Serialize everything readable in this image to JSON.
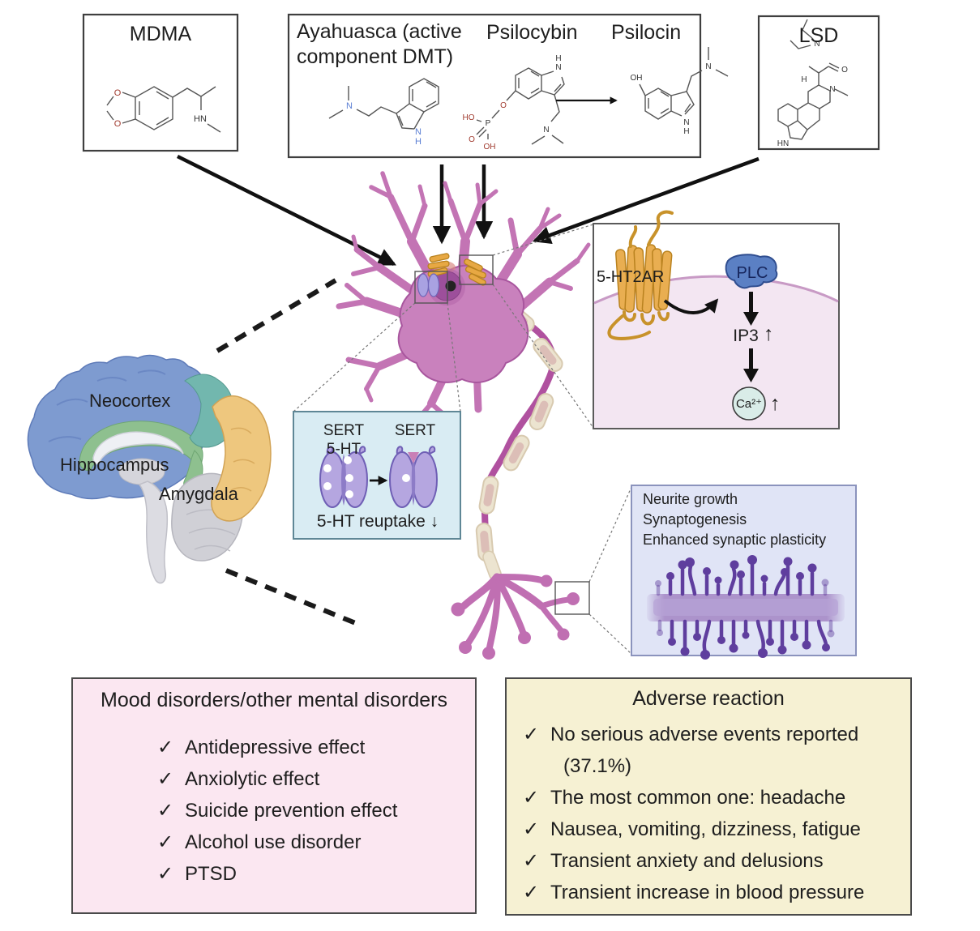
{
  "drugs": {
    "mdma": "MDMA",
    "ayahuasca": "Ayahuasca (active component DMT)",
    "psilocybin": "Psilocybin",
    "psilocin": "Psilocin",
    "lsd": "LSD"
  },
  "brain": {
    "neocortex": "Neocortex",
    "hippocampus": "Hippocampus",
    "amygdala": "Amygdala"
  },
  "sert_panel": {
    "sert1": "SERT",
    "sert2": "SERT",
    "ht": "5-HT",
    "caption": "5-HT reuptake ↓"
  },
  "signal_panel": {
    "receptor": "5-HT2AR",
    "plc": "PLC",
    "ip3": "IP3",
    "up1": "↑",
    "ca": "Ca²⁺",
    "up2": "↑"
  },
  "neurite_panel": {
    "line1": "Neurite growth",
    "line2": "Synaptogenesis",
    "line3": "Enhanced synaptic plasticity"
  },
  "mood_box": {
    "title": "Mood disorders/other mental disorders",
    "check": "✓",
    "items": [
      "Antidepressive effect",
      "Anxiolytic effect",
      "Suicide prevention effect",
      "Alcohol use disorder",
      "PTSD"
    ]
  },
  "adverse_box": {
    "title": "Adverse reaction",
    "check": "✓",
    "items": [
      {
        "line1": "No serious adverse events reported",
        "line2": "(37.1%)"
      },
      {
        "line1": "The most common one: headache"
      },
      {
        "line1": "Nausea, vomiting, dizziness, fatigue"
      },
      {
        "line1": "Transient anxiety and delusions"
      },
      {
        "line1": "Transient increase in blood pressure"
      }
    ]
  },
  "atoms": {
    "mdma": {
      "o1": "O",
      "o2": "O",
      "hn": "HN"
    },
    "dmt": {
      "n": "N",
      "ring_n": "N",
      "ring_h": "H"
    },
    "psilocybin": {
      "ho": "HO",
      "p": "P",
      "o_dbl": "O",
      "oh": "OH",
      "o_link": "O",
      "n": "N",
      "ring_n": "N",
      "ring_h": "H"
    },
    "psilocin": {
      "oh": "OH",
      "n": "N",
      "ring_n": "N",
      "ring_h": "H"
    },
    "lsd": {
      "o": "O",
      "n_amide": "N",
      "n_ring": "N",
      "hn": "HN",
      "h1": "H"
    }
  },
  "colors": {
    "neuron_pink": "#c474b5",
    "receptor_orange": "#e8a94a",
    "membrane_purple": "#c89ac5",
    "plc_blue": "#5b80c4",
    "sert_purple": "#b3a4de",
    "panel_cyan": "#d9ecf3",
    "panel_lavender": "#e0e4f6",
    "panel_pink": "#f3e6f2",
    "box_pink": "#fbe7f1",
    "box_yellow": "#f6f1d3"
  }
}
